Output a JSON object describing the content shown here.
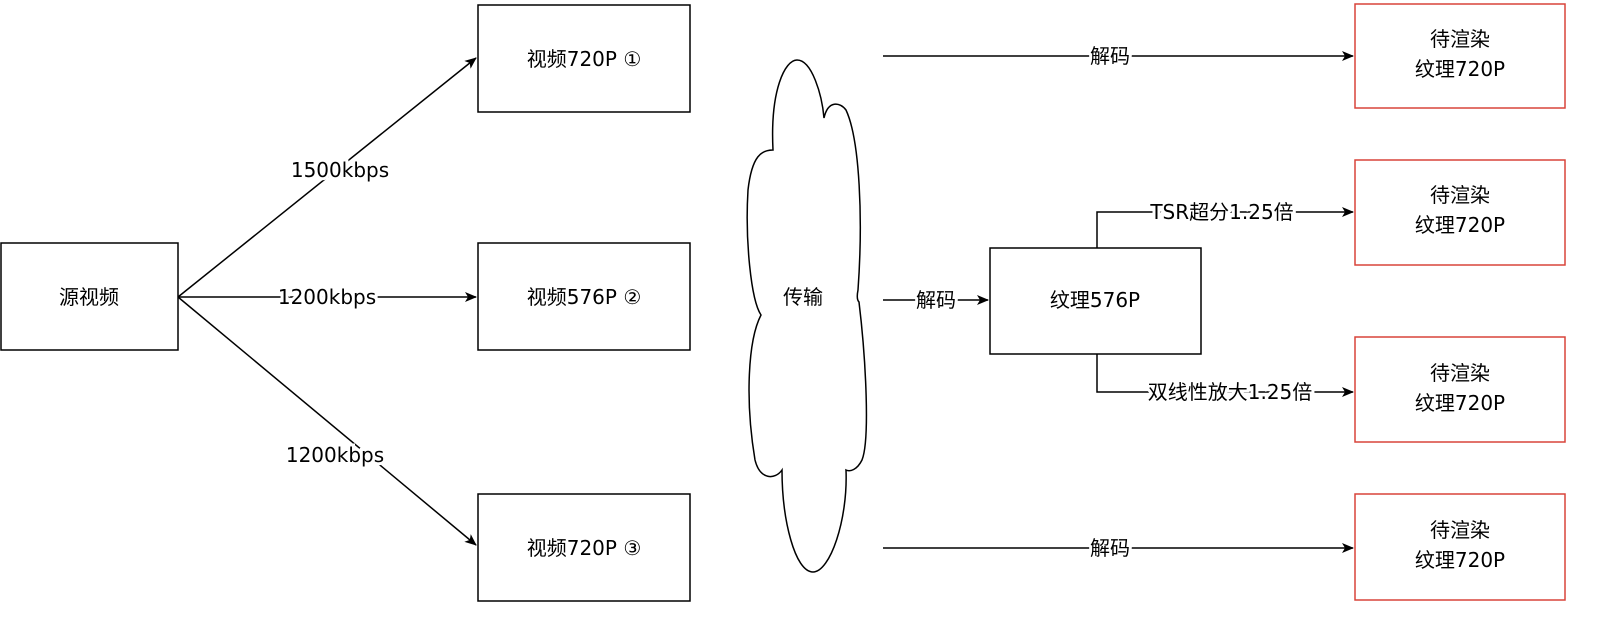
{
  "nodes": {
    "source": "源视频",
    "video1": "视频720P ①",
    "video2": "视频576P ②",
    "video3": "视频720P ③",
    "transfer": "传输",
    "texture576": "纹理576P",
    "render1": [
      "待渲染",
      "纹理720P"
    ],
    "render2": [
      "待渲染",
      "纹理720P"
    ],
    "render3": [
      "待渲染",
      "纹理720P"
    ],
    "render4": [
      "待渲染",
      "纹理720P"
    ]
  },
  "edges": {
    "to_video1": "1500kbps",
    "to_video2": "1200kbps",
    "to_video3": "1200kbps",
    "decode_top": "解码",
    "decode_mid": "解码",
    "decode_bottom": "解码",
    "tsr": "TSR超分1.25倍",
    "bilinear": "双线性放大1.25倍"
  },
  "colors": {
    "render_border": "#d9443a"
  }
}
